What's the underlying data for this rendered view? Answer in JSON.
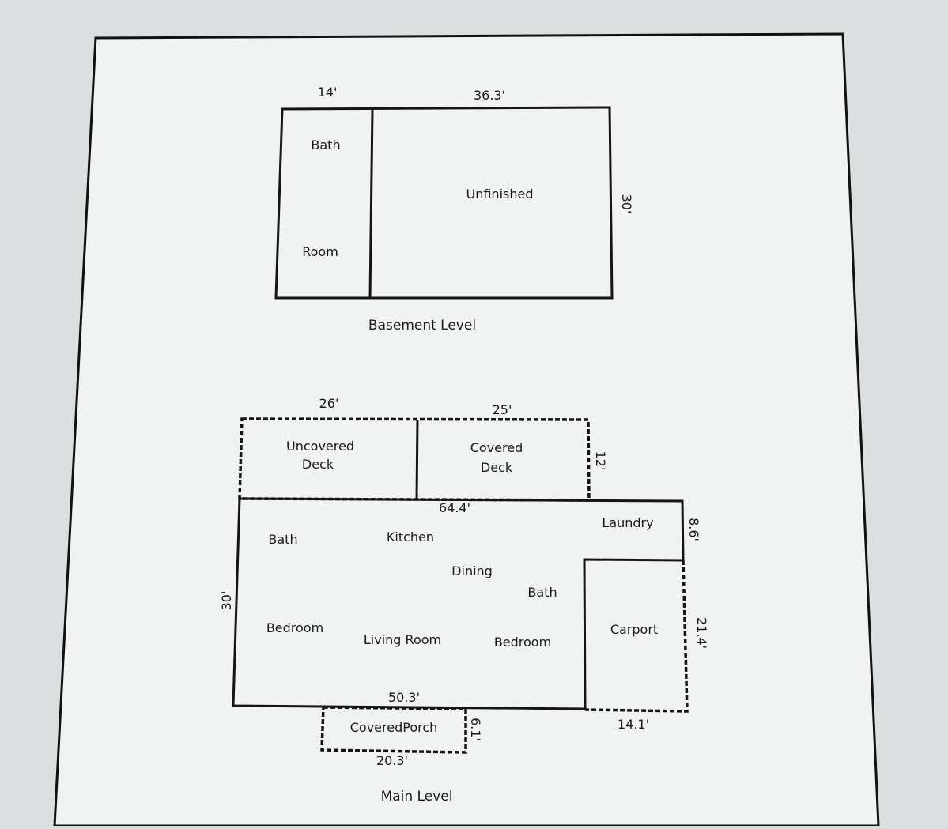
{
  "document": {
    "colors": {
      "paper": "#f1f2f2",
      "background": "#dcdfe0",
      "ink": "#151515"
    }
  },
  "basement": {
    "caption": "Basement Level",
    "dims": {
      "bath_width": "14'",
      "unfinished_width": "36.3'",
      "depth": "30'"
    },
    "rooms": {
      "bath": "Bath",
      "room": "Room",
      "unfinished": "Unfinished"
    }
  },
  "main": {
    "caption": "Main Level",
    "dims": {
      "uncovered_deck_width": "26'",
      "covered_deck_width": "25'",
      "deck_depth": "12'",
      "house_top_width": "64.4'",
      "laundry_depth": "8.6'",
      "house_depth": "30'",
      "carport_depth": "21.4'",
      "house_bottom_width": "50.3'",
      "carport_width": "14.1'",
      "porch_depth": "6.1'",
      "porch_width": "20.3'"
    },
    "rooms": {
      "uncovered_deck_line1": "Uncovered",
      "uncovered_deck_line2": "Deck",
      "covered_deck_line1": "Covered",
      "covered_deck_line2": "Deck",
      "bath_left": "Bath",
      "kitchen": "Kitchen",
      "laundry": "Laundry",
      "dining": "Dining",
      "bath_right": "Bath",
      "bedroom_left": "Bedroom",
      "living_room": "Living Room",
      "bedroom_right": "Bedroom",
      "carport": "Carport",
      "covered_porch": "CoveredPorch"
    }
  }
}
